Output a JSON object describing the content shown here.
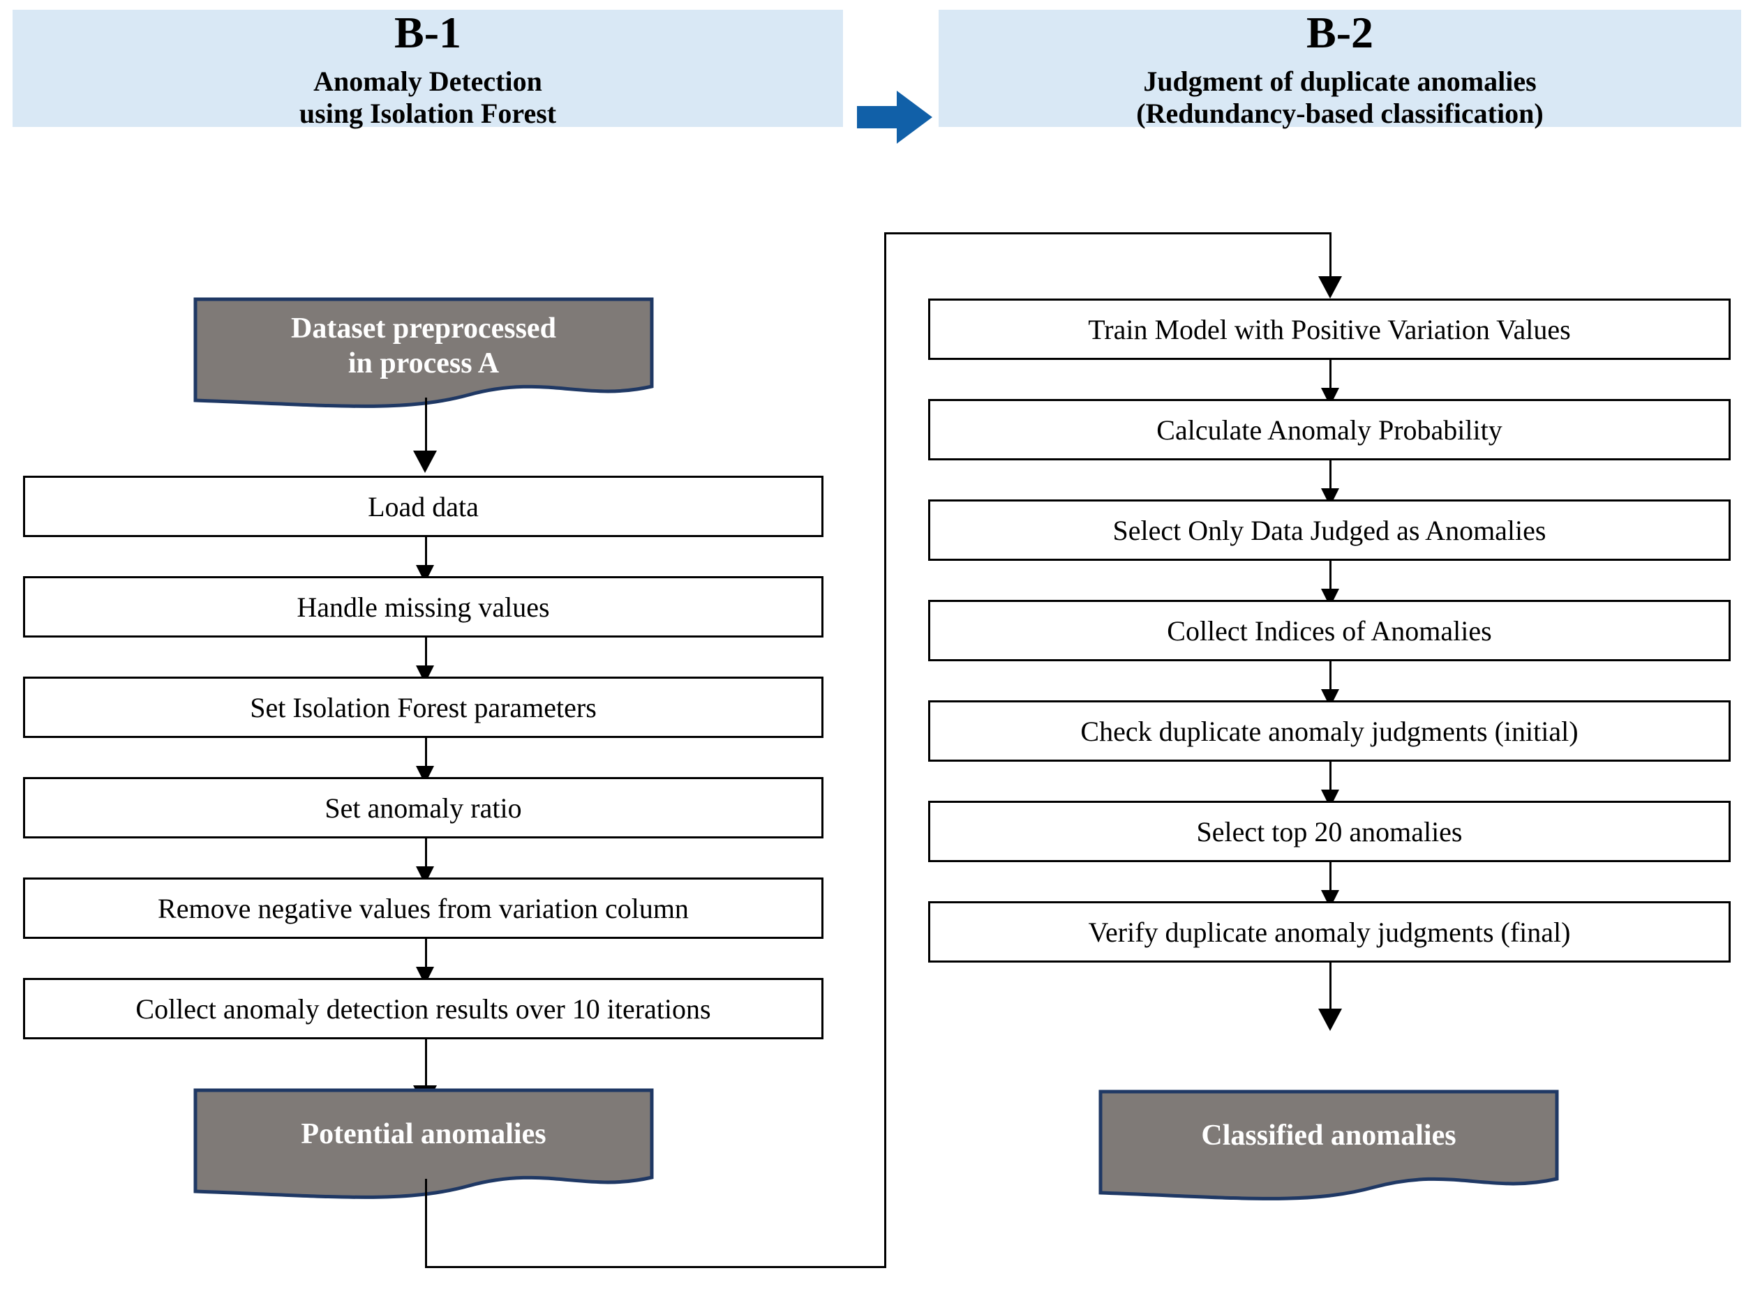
{
  "colors": {
    "banner_bg": "#d9e8f5",
    "doc_fill": "#7f7a77",
    "doc_stroke": "#1f3864",
    "arrow_blue": "#1160a8",
    "line": "#000000",
    "box_fill": "#ffffff",
    "box_stroke": "#000000"
  },
  "headers": {
    "left": {
      "code": "B-1",
      "line1": "Anomaly Detection",
      "line2": "using Isolation Forest"
    },
    "right": {
      "code": "B-2",
      "line1": "Judgment of duplicate anomalies",
      "line2": "(Redundancy-based classification)"
    },
    "connector_icon": "right-block-arrow-icon"
  },
  "left_flow": {
    "start_doc": {
      "line1": "Dataset preprocessed",
      "line2": "in process A"
    },
    "steps": [
      {
        "label": "Load data"
      },
      {
        "label": "Handle missing values"
      },
      {
        "label": "Set Isolation Forest parameters"
      },
      {
        "label": "Set anomaly ratio"
      },
      {
        "label": "Remove negative values from variation column"
      },
      {
        "label": "Collect anomaly detection results over 10 iterations"
      }
    ],
    "end_doc": {
      "line1": "Potential anomalies",
      "line2": ""
    }
  },
  "right_flow": {
    "steps": [
      {
        "label": "Train Model with Positive Variation Values"
      },
      {
        "label": "Calculate Anomaly Probability"
      },
      {
        "label": "Select Only Data Judged as Anomalies"
      },
      {
        "label": "Collect Indices of Anomalies"
      },
      {
        "label": "Check duplicate anomaly judgments (initial)"
      },
      {
        "label": "Select top 20 anomalies"
      },
      {
        "label": "Verify duplicate anomaly judgments (final)"
      }
    ],
    "end_doc": {
      "line1": "Classified anomalies",
      "line2": ""
    }
  }
}
